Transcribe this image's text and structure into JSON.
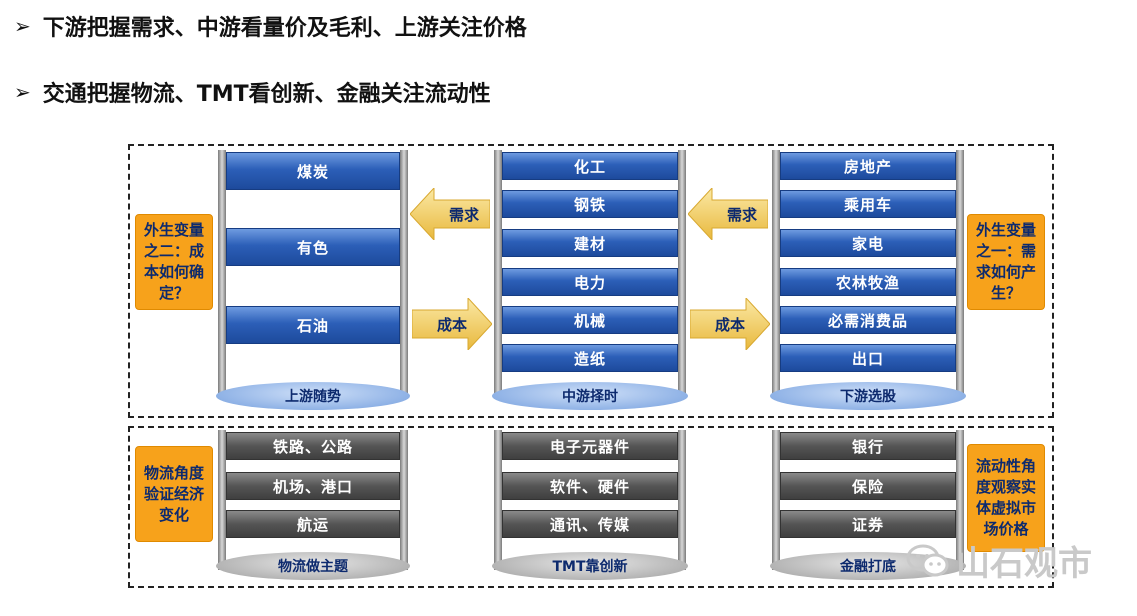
{
  "bullets": [
    {
      "marker": "➢",
      "text": "下游把握需求、中游看量价及毛利、上游关注价格"
    },
    {
      "marker": "➢",
      "text": "交通把握物流、TMT看创新、金融关注流动性"
    }
  ],
  "top_section": {
    "left_note": "外生变量之二：成本如何确定？",
    "right_note": "外生变量之一：需求如何产生？",
    "columns": [
      {
        "base": "上游随势",
        "items": [
          "煤炭",
          "有色",
          "石油"
        ]
      },
      {
        "base": "中游择时",
        "items": [
          "化工",
          "钢铁",
          "建材",
          "电力",
          "机械",
          "造纸"
        ]
      },
      {
        "base": "下游选股",
        "items": [
          "房地产",
          "乘用车",
          "家电",
          "农林牧渔",
          "必需消费品",
          "出口"
        ]
      }
    ],
    "arrows": {
      "demand_label": "需求",
      "cost_label": "成本"
    }
  },
  "bottom_section": {
    "left_note": "物流角度验证经济变化",
    "right_note": "流动性角度观察实体虚拟市场价格",
    "columns": [
      {
        "base": "物流做主题",
        "items": [
          "铁路、公路",
          "机场、港口",
          "航运"
        ]
      },
      {
        "base": "TMT靠创新",
        "items": [
          "电子元器件",
          "软件、硬件",
          "通讯、传媒"
        ]
      },
      {
        "base": "金融打底",
        "items": [
          "银行",
          "保险",
          "证券"
        ]
      }
    ]
  },
  "watermark": {
    "text": "山石观市",
    "icon": "wechat-icon"
  },
  "colors": {
    "bar_blue": "#2c5fb8",
    "bar_gray": "#555555",
    "note_orange": "#f7a21b",
    "arrow_yellow": "#f4d36a",
    "label_navy": "#0d2a6e"
  }
}
